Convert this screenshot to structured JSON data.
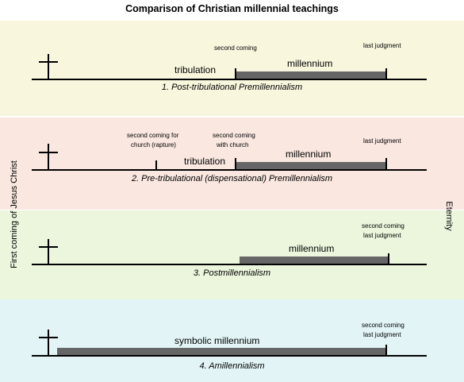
{
  "title": "Comparison of Christian millennial teachings",
  "side_labels": {
    "left": "First coming of Jesus Christ",
    "right": "Eternity"
  },
  "panels": [
    {
      "caption": "1. Post-tribulational Premillennialism",
      "tribulation": "tribulation",
      "millennium": "millennium",
      "second_coming": "second coming",
      "last_judgment": "last judgment"
    },
    {
      "caption": "2. Pre-tribulational (dispensational) Premillennialism",
      "tribulation": "tribulation",
      "millennium": "millennium",
      "rapture": [
        "second coming for",
        "church (rapture)"
      ],
      "second_coming": [
        "second coming",
        "with church"
      ],
      "last_judgment": "last judgment"
    },
    {
      "caption": "3. Postmillennialism",
      "millennium": "millennium",
      "second_coming": "second coming",
      "last_judgment": "last judgment"
    },
    {
      "caption": "4. Amillennialism",
      "millennium": "symbolic millennium",
      "second_coming": "second coming",
      "last_judgment": "last judgment"
    }
  ]
}
